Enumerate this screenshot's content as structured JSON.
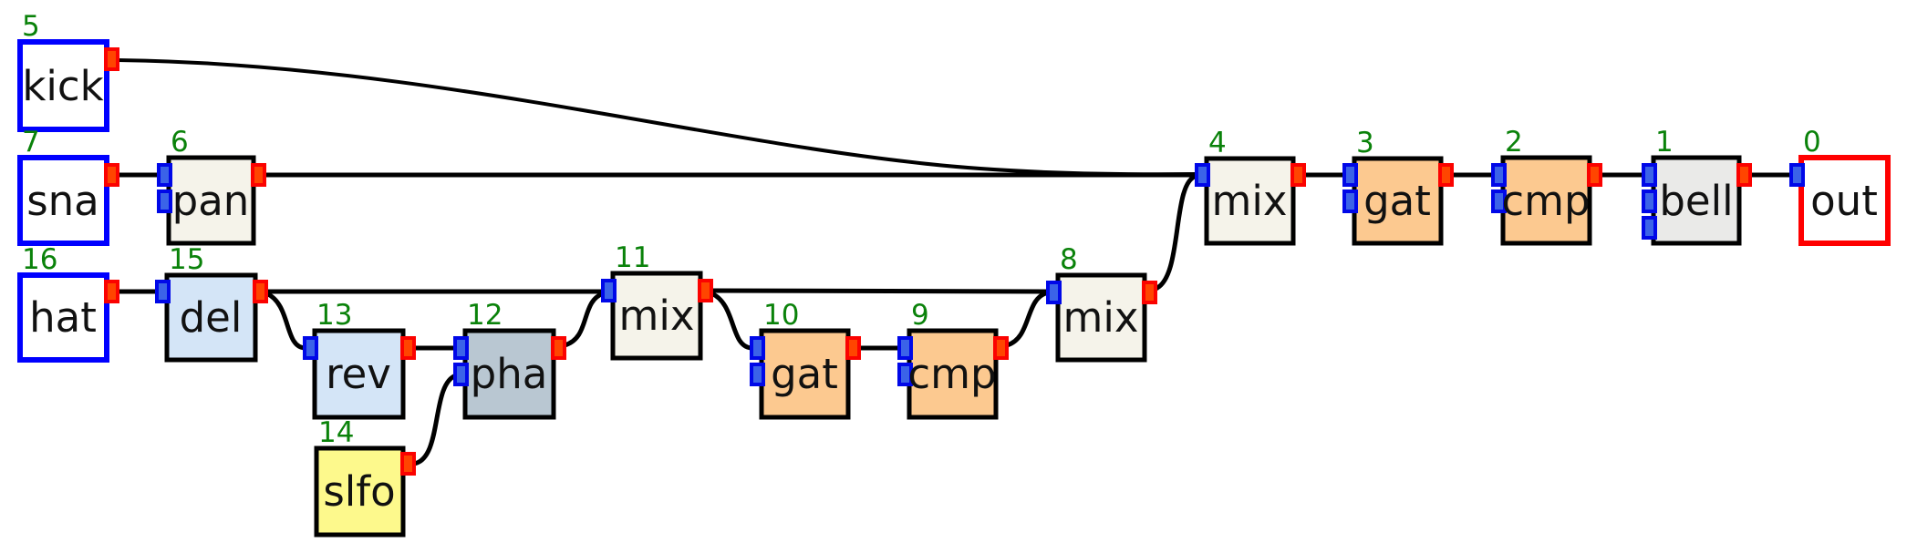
{
  "title": "audio-graph",
  "colors": {
    "background": "#ffffff",
    "edge": "#000000",
    "number_label": "#0a820a",
    "node_text": "#111111",
    "inner_node_border": "#000000",
    "source_node_border": "#0000ff",
    "sink_node_border": "#ff0000",
    "input_port_fill": "#3b63e8",
    "input_port_stroke": "#0008e8",
    "output_port_fill": "#ff4500",
    "output_port_stroke": "#fb0200",
    "fill_mix_pan": "#f5f3ea",
    "fill_delay_reverb": "#d4e5f7",
    "fill_phaser": "#b9c7d2",
    "fill_lfo": "#fdf98c",
    "fill_gate_comp": "#fcc990",
    "fill_bell": "#eaeae8",
    "fill_io": "#ffffff"
  },
  "nodes": [
    {
      "num": "5",
      "label": "kick",
      "fill": "#ffffff",
      "border": "#0000ff",
      "inputs": 0,
      "outputs": 1
    },
    {
      "num": "7",
      "label": "sna",
      "fill": "#ffffff",
      "border": "#0000ff",
      "inputs": 0,
      "outputs": 1
    },
    {
      "num": "16",
      "label": "hat",
      "fill": "#ffffff",
      "border": "#0000ff",
      "inputs": 0,
      "outputs": 1
    },
    {
      "num": "6",
      "label": "pan",
      "fill": "#f5f3ea",
      "border": "#000000",
      "inputs": 2,
      "outputs": 1
    },
    {
      "num": "15",
      "label": "del",
      "fill": "#d4e5f7",
      "border": "#000000",
      "inputs": 1,
      "outputs": 1
    },
    {
      "num": "13",
      "label": "rev",
      "fill": "#d4e5f7",
      "border": "#000000",
      "inputs": 1,
      "outputs": 1
    },
    {
      "num": "12",
      "label": "pha",
      "fill": "#b9c7d2",
      "border": "#000000",
      "inputs": 2,
      "outputs": 1
    },
    {
      "num": "14",
      "label": "slfo",
      "fill": "#fdf98c",
      "border": "#000000",
      "inputs": 0,
      "outputs": 1
    },
    {
      "num": "11",
      "label": "mix",
      "fill": "#f5f3ea",
      "border": "#000000",
      "inputs": 1,
      "outputs": 1
    },
    {
      "num": "10",
      "label": "gat",
      "fill": "#fcc990",
      "border": "#000000",
      "inputs": 2,
      "outputs": 1
    },
    {
      "num": "9",
      "label": "cmp",
      "fill": "#fcc990",
      "border": "#000000",
      "inputs": 2,
      "outputs": 1
    },
    {
      "num": "8",
      "label": "mix",
      "fill": "#f5f3ea",
      "border": "#000000",
      "inputs": 1,
      "outputs": 1
    },
    {
      "num": "4",
      "label": "mix",
      "fill": "#f5f3ea",
      "border": "#000000",
      "inputs": 1,
      "outputs": 1
    },
    {
      "num": "3",
      "label": "gat",
      "fill": "#fcc990",
      "border": "#000000",
      "inputs": 2,
      "outputs": 1
    },
    {
      "num": "2",
      "label": "cmp",
      "fill": "#fcc990",
      "border": "#000000",
      "inputs": 2,
      "outputs": 1
    },
    {
      "num": "1",
      "label": "bell",
      "fill": "#eaeae8",
      "border": "#000000",
      "inputs": 3,
      "outputs": 1
    },
    {
      "num": "0",
      "label": "out",
      "fill": "#ffffff",
      "border": "#ff0000",
      "inputs": 1,
      "outputs": 0
    }
  ],
  "edges": [
    "5:kick.out -> 4:mix.in",
    "7:sna.out -> 6:pan.in1",
    "6:pan.out -> 4:mix.in",
    "16:hat.out -> 15:del.in",
    "15:del.out -> 11:mix.in",
    "15:del.out -> 13:rev.in",
    "13:rev.out -> 12:pha.in1",
    "14:slfo.out -> 12:pha.in2",
    "12:pha.out -> 11:mix.in",
    "11:mix.out -> 8:mix.in",
    "11:mix.out -> 10:gat.in1",
    "10:gat.out -> 9:cmp.in1",
    "9:cmp.out -> 8:mix.in",
    "8:mix.out -> 4:mix.in",
    "4:mix.out -> 3:gat.in1",
    "3:gat.out -> 2:cmp.in1",
    "2:cmp.out -> 1:bell.in1",
    "1:bell.out -> 0:out.in"
  ]
}
